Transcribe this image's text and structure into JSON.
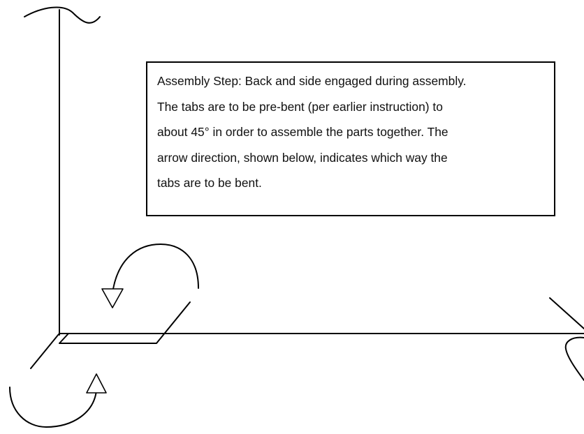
{
  "callout": {
    "lines": [
      "Assembly Step: Back and side engaged during assembly.",
      "The tabs are to be pre-bent (per earlier instruction) to",
      "about 45° in order to assemble the parts together. The",
      "arrow direction, shown below, indicates which way the",
      "tabs are to be bent."
    ]
  },
  "colors": {
    "line": "#000000",
    "background": "#ffffff"
  },
  "icons": {
    "upper_arrow": "curved-arrow-down-icon",
    "lower_arrow": "curved-arrow-up-icon"
  }
}
